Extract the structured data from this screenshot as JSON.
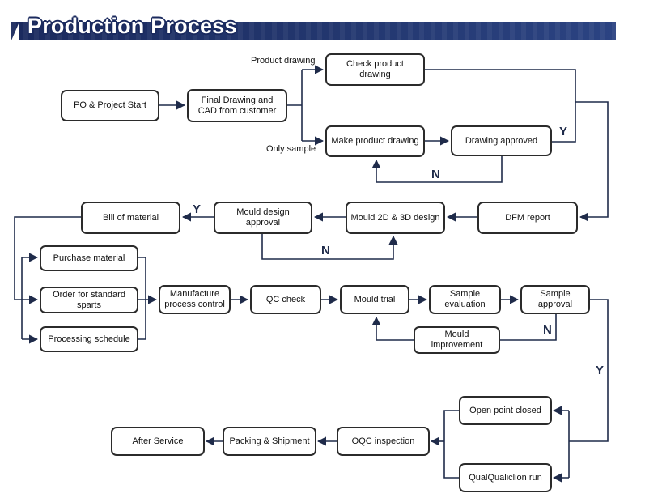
{
  "title": "Production Process",
  "branch_labels": {
    "product_drawing": "Product drawing",
    "only_sample": "Only sample"
  },
  "decisions": {
    "drawing_yes": "Y",
    "drawing_no": "N",
    "mould_yes": "Y",
    "mould_no": "N",
    "sample_no": "N",
    "sample_yes": "Y"
  },
  "steps": {
    "po_start": "PO & Project Start",
    "final_drawing": "Final Drawing and CAD from customer",
    "check_drawing": "Check product drawing",
    "make_drawing": "Make product drawing",
    "drawing_approved": "Drawing approved",
    "dfm_report": "DFM report",
    "mould_design": "Mould 2D & 3D design",
    "mould_approval": "Mould design approval",
    "bill_of_material": "Bill of material",
    "purchase_material": "Purchase material",
    "order_standard": "Order for standard sparts",
    "processing_schedule": "Processing schedule",
    "manufacture_control": "Manufacture process control",
    "qc_check": "QC check",
    "mould_trial": "Mould trial",
    "sample_evaluation": "Sample evaluation",
    "sample_approval": "Sample approval",
    "mould_improvement": "Mould improvement",
    "open_point_closed": "Open point closed",
    "qualification_run": "QualQualiclion run",
    "oqc_inspection": "OQC inspection",
    "packing_shipment": "Packing & Shipment",
    "after_service": "After Service"
  },
  "colors": {
    "banner": "#1b2a5e",
    "line": "#1f2b4a",
    "border": "#2b2b2b"
  }
}
